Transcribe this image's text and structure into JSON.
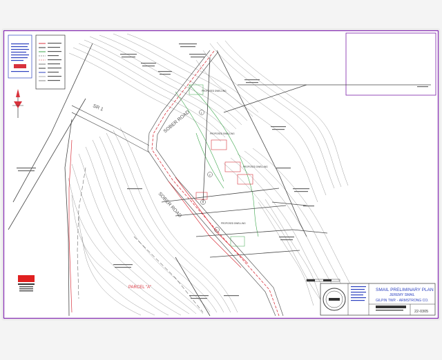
{
  "general_notes": {
    "title": "GENERAL NOTES"
  },
  "legend": {
    "title": "LEGEND"
  },
  "roads": {
    "label_main": "SOBER ROAD",
    "label_secondary": "SR 1"
  },
  "parcel": {
    "label": "PARCEL \"A\""
  },
  "lots": [
    {
      "label": "1"
    },
    {
      "label": "2"
    },
    {
      "label": "3"
    },
    {
      "label": "4"
    }
  ],
  "proposed_dwelling": "PROPOSED DWELLING",
  "title_block": {
    "plan_title": "SMAIL PRELIMINARY PLAN",
    "owner": "JEREMY SMAIL",
    "location": "GILPIN TWP. - ARMSTRONG CO.",
    "sheet_number": "22-0305"
  },
  "colors": {
    "border": "#7a1fa8",
    "road_red": "#d8323c",
    "contour": "#8a8a8a",
    "green_line": "#3aa64a",
    "stamp_red": "#e02020"
  }
}
